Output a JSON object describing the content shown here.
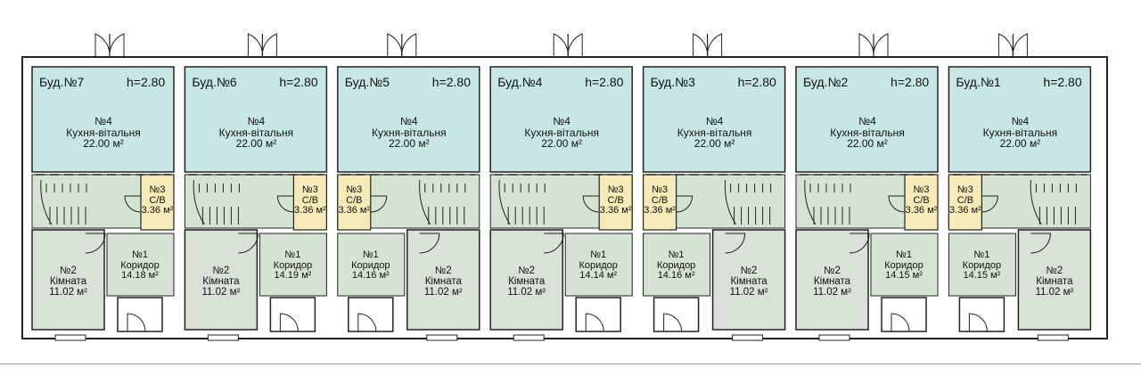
{
  "plan": {
    "height_label": "h=2.80",
    "sections": [
      {
        "name": "Буд.№7",
        "mirror": false,
        "kitchen": {
          "num": "№4",
          "title": "Кухня-вітальня",
          "area": "22.00 м²"
        },
        "bath": {
          "num": "№3",
          "title": "С/В",
          "area": "3.36 м²"
        },
        "corridor": {
          "num": "№1",
          "title": "Коридор",
          "area": "14.18 м²"
        },
        "room": {
          "num": "№2",
          "title": "Кімната",
          "area": "11.02 м²"
        }
      },
      {
        "name": "Буд.№6",
        "mirror": false,
        "kitchen": {
          "num": "№4",
          "title": "Кухня-вітальня",
          "area": "22.00 м²"
        },
        "bath": {
          "num": "№3",
          "title": "С/В",
          "area": "3.36 м²"
        },
        "corridor": {
          "num": "№1",
          "title": "Коридор",
          "area": "14.19 м²"
        },
        "room": {
          "num": "№2",
          "title": "Кімната",
          "area": "11.02 м²"
        }
      },
      {
        "name": "Буд.№5",
        "mirror": true,
        "kitchen": {
          "num": "№4",
          "title": "Кухня-вітальня",
          "area": "22.00 м²"
        },
        "bath": {
          "num": "№3",
          "title": "С/В",
          "area": "3.36 м²"
        },
        "corridor": {
          "num": "№1",
          "title": "Коридор",
          "area": "14.16 м²"
        },
        "room": {
          "num": "№2",
          "title": "Кімната",
          "area": "11.02 м²"
        }
      },
      {
        "name": "Буд.№4",
        "mirror": false,
        "kitchen": {
          "num": "№4",
          "title": "Кухня-вітальня",
          "area": "22.00 м²"
        },
        "bath": {
          "num": "№3",
          "title": "С/В",
          "area": "3.36 м²"
        },
        "corridor": {
          "num": "№1",
          "title": "Коридор",
          "area": "14.14 м²"
        },
        "room": {
          "num": "№2",
          "title": "Кімната",
          "area": "11.02 м²"
        }
      },
      {
        "name": "Буд.№3",
        "mirror": true,
        "kitchen": {
          "num": "№4",
          "title": "Кухня-вітальня",
          "area": "22.00 м²"
        },
        "bath": {
          "num": "№3",
          "title": "С/В",
          "area": "3.36 м²"
        },
        "corridor": {
          "num": "№1",
          "title": "Коридор",
          "area": "14.16 м²"
        },
        "room": {
          "num": "№2",
          "title": "Кімната",
          "area": "11.02 м²"
        }
      },
      {
        "name": "Буд.№2",
        "mirror": false,
        "kitchen": {
          "num": "№4",
          "title": "Кухня-вітальня",
          "area": "22.00 м²"
        },
        "bath": {
          "num": "№3",
          "title": "С/В",
          "area": "3.36 м²"
        },
        "corridor": {
          "num": "№1",
          "title": "Коридор",
          "area": "14.15 м²"
        },
        "room": {
          "num": "№2",
          "title": "Кімната",
          "area": "11.02 м²"
        }
      },
      {
        "name": "Буд.№1",
        "mirror": true,
        "kitchen": {
          "num": "№4",
          "title": "Кухня-вітальня",
          "area": "22.00 м²"
        },
        "bath": {
          "num": "№3",
          "title": "С/В",
          "area": "3.36 м²"
        },
        "corridor": {
          "num": "№1",
          "title": "Коридор",
          "area": "14.15 м²"
        },
        "room": {
          "num": "№2",
          "title": "Кімната",
          "area": "11.02 м²"
        }
      }
    ],
    "colors": {
      "kitchen": "#c9e6e6",
      "stair_hall": "#d5e4d2",
      "room": "#d9e2d6",
      "bath": "#f6ebb8",
      "wall": "#222222"
    }
  }
}
